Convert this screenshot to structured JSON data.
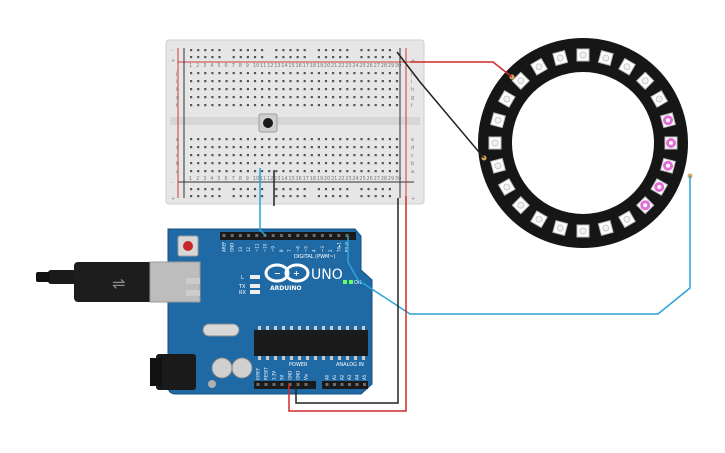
{
  "colors": {
    "background": "#ffffff",
    "breadboard": "#e6e6e6",
    "rail_red": "#d23b3b",
    "rail_dark": "#333333",
    "arduino_board": "#1f6aa5",
    "arduino_board_edge": "#154f80",
    "ring_body": "#161616",
    "led_lit": "#e070d8",
    "wire_red": "#d12a2a",
    "wire_black": "#222222",
    "wire_blue": "#2aa4d8",
    "usb_plug": "#8a8a8a"
  },
  "breadboard": {
    "plus_label": "+",
    "minus_label": "-",
    "row_letters_top": [
      "j",
      "i",
      "h",
      "g",
      "f"
    ],
    "row_letters_bottom": [
      "e",
      "d",
      "c",
      "b",
      "a"
    ],
    "column_numbers": [
      "1",
      "2",
      "3",
      "4",
      "5",
      "6",
      "7",
      "8",
      "9",
      "10",
      "11",
      "12",
      "13",
      "14",
      "15",
      "16",
      "17",
      "18",
      "19",
      "20",
      "21",
      "22",
      "23",
      "24",
      "25",
      "26",
      "27",
      "28",
      "29",
      "30"
    ]
  },
  "arduino": {
    "brand": "ARDUINO",
    "model": "UNO",
    "digital_header_label": "DIGITAL (PWM~)",
    "digital_pins": [
      "AREF",
      "GND",
      "13",
      "12",
      "~11",
      "~10",
      "~9",
      "8",
      "7",
      "~6",
      "~5",
      "4",
      "~3",
      "2",
      "TX▸1",
      "RX◂0"
    ],
    "on_label": "ON",
    "led_labels": [
      "L",
      "TX",
      "RX"
    ],
    "power_label": "POWER",
    "power_pins": [
      "IOREF",
      "RESET",
      "3.3V",
      "5V",
      "GND",
      "GND",
      "Vin"
    ],
    "analog_label": "ANALOG IN",
    "analog_pins": [
      "A0",
      "A1",
      "A2",
      "A3",
      "A4",
      "A5"
    ]
  },
  "neopixel_ring": {
    "pixel_count": 24,
    "lit_pixels": [
      5,
      6,
      7,
      8,
      9
    ]
  },
  "components": {
    "pushbutton": "pushbutton",
    "usb_cable": "usb-b-cable"
  }
}
